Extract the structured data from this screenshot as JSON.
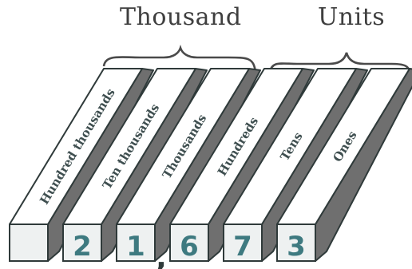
{
  "groups": {
    "thousand": "Thousand",
    "units": "Units"
  },
  "columns": [
    {
      "name": "Hundred thousands",
      "digit": ""
    },
    {
      "name": "Ten thousands",
      "digit": "2"
    },
    {
      "name": "Thousands",
      "digit": "1"
    },
    {
      "name": "Hundreds",
      "digit": "6"
    },
    {
      "name": "Tens",
      "digit": "7"
    },
    {
      "name": "Ones",
      "digit": "3"
    }
  ],
  "separator": ",",
  "colors": {
    "bar_top": "#ffffff",
    "bar_side": "#6f6f6f",
    "bar_front": "#eef1f1",
    "outline": "#2f3a3a",
    "digit": "#3e7a80",
    "label": "#3f4f50",
    "bracket": "#4a4a4a"
  }
}
